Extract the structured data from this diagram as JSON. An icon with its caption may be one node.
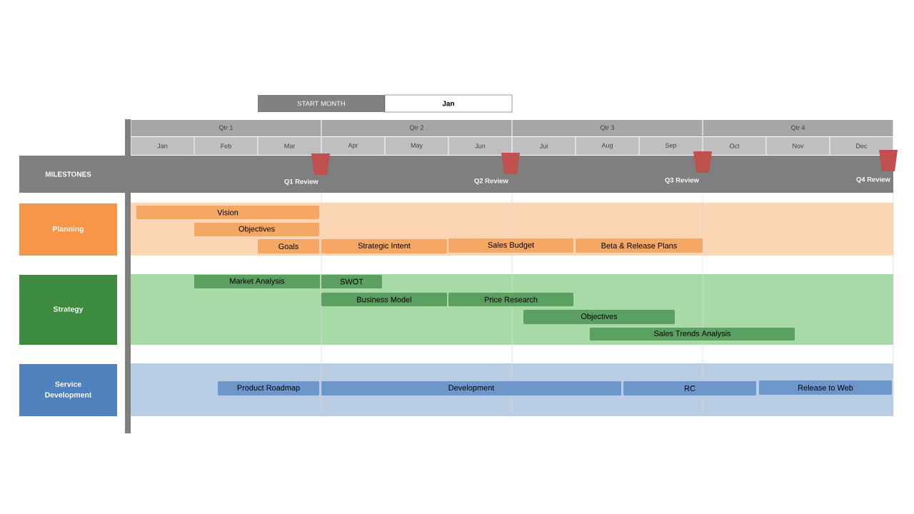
{
  "diagram": {
    "nodes": [
      {
        "text": [
          "MILESTONES"
        ]
      },
      {
        "text": [
          "Q1 Review"
        ]
      },
      {
        "text": [
          "Q2 Review"
        ]
      },
      {
        "text": [
          "Q3 Review"
        ]
      },
      {
        "text": [
          "Q4 Review"
        ]
      },
      {
        "text": [
          "Planning"
        ]
      },
      {
        "text": [],
        "shape": "bar"
      },
      {
        "text": [
          "Vision"
        ],
        "in": 6
      },
      {
        "text": [
          "Objectives"
        ],
        "in": 6
      },
      {
        "text": [
          "Goals"
        ],
        "in": 6
      },
      {
        "text": [
          "Strategic Intent"
        ],
        "in": 6
      },
      {
        "text": [
          "Sales Budget"
        ],
        "in": 6
      },
      {
        "text": [
          "Beta & Release Plans"
        ],
        "in": 6
      },
      {
        "text": [
          "Strategy"
        ]
      },
      {
        "text": [],
        "shape": "bar"
      },
      {
        "text": [
          "Market Analysis"
        ],
        "in": 14
      },
      {
        "text": [
          "SWOT"
        ],
        "in": 14
      },
      {
        "text": [
          "Business Model"
        ],
        "in": 14
      },
      {
        "text": [
          "Price Research"
        ],
        "in": 14
      },
      {
        "text": [
          "Objectives"
        ],
        "in": 14
      },
      {
        "text": [
          "Sales Trends Analysis"
        ],
        "in": 14
      },
      {
        "text": [
          "Service Development"
        ]
      },
      {
        "text": [],
        "shape": "bar"
      },
      {
        "text": [
          "Product Roadmap"
        ],
        "in": 22
      },
      {
        "text": [
          "Development"
        ],
        "in": 22
      },
      {
        "text": [
          "RC"
        ],
        "in": 22
      },
      {
        "text": [
          "Release to Web"
        ],
        "in": 22
      }
    ],
    "labels": [
      "START MONTH",
      "Jan",
      "Qtr 1",
      "Qtr 2",
      "Qtr 3",
      "Qtr 4",
      "Jan",
      "Feb",
      "Mar",
      "Apr",
      "May",
      "Jun",
      "Jul",
      "Aug",
      "Sep",
      "Oct",
      "Nov",
      "Dec"
    ]
  }
}
